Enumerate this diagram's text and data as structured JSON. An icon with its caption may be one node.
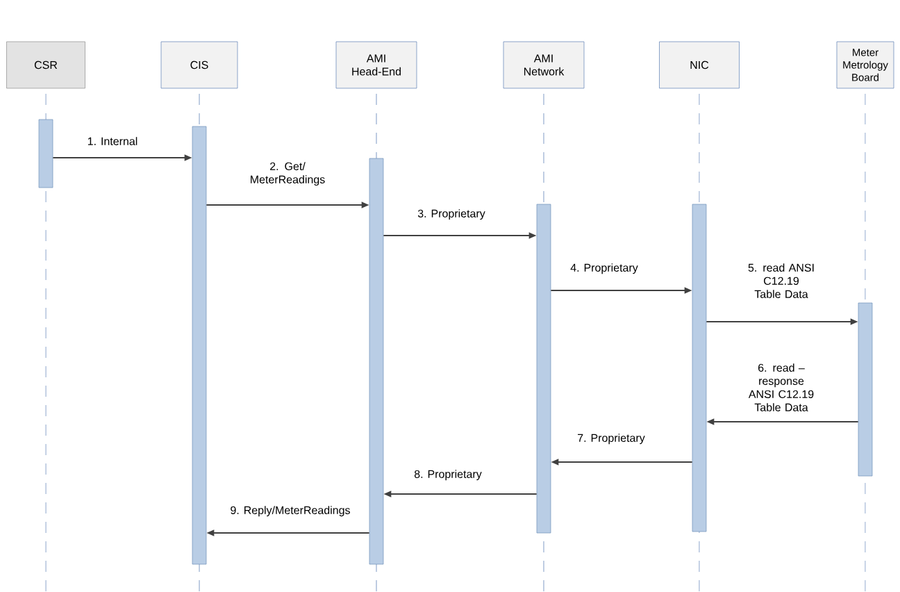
{
  "diagram": {
    "nodes": [
      {
        "text": [
          "CSR"
        ]
      },
      {
        "text": [
          "CIS"
        ]
      },
      {
        "text": [
          "AMI Head-End"
        ]
      },
      {
        "text": [
          "AMI Network"
        ]
      },
      {
        "text": [
          "NIC"
        ]
      },
      {
        "text": [
          "Meter Metrology Board"
        ]
      },
      {
        "text": [],
        "shape": "bar"
      },
      {
        "text": [],
        "shape": "bar"
      },
      {
        "text": [],
        "shape": "bar"
      },
      {
        "text": [],
        "shape": "bar"
      },
      {
        "text": [],
        "shape": "bar"
      },
      {
        "text": [],
        "shape": "bar"
      }
    ],
    "edges": [
      {
        "from": 6,
        "to": 7,
        "arrow": "to",
        "label": "1. Internal"
      },
      {
        "from": 7,
        "to": 8,
        "arrow": "to",
        "label": "2. Get/ MeterReadings"
      },
      {
        "from": 8,
        "to": 9,
        "arrow": "to",
        "label": "3. Proprietary"
      },
      {
        "from": 9,
        "to": 10,
        "arrow": "to",
        "label": "4. Proprietary"
      },
      {
        "from": 10,
        "to": 11,
        "arrow": "to",
        "label": "5. read ANSI C12.19 Table Data"
      },
      {
        "from": 11,
        "to": 10,
        "arrow": "to",
        "label": "6. read – response ANSI C12.19 Table Data"
      },
      {
        "from": 10,
        "to": 9,
        "arrow": "to",
        "label": "7. Proprietary"
      },
      {
        "from": 9,
        "to": 8,
        "arrow": "to",
        "label": "8. Proprietary"
      },
      {
        "from": 8,
        "to": 7,
        "arrow": "to",
        "label": "9. Reply/MeterReadings"
      }
    ]
  }
}
